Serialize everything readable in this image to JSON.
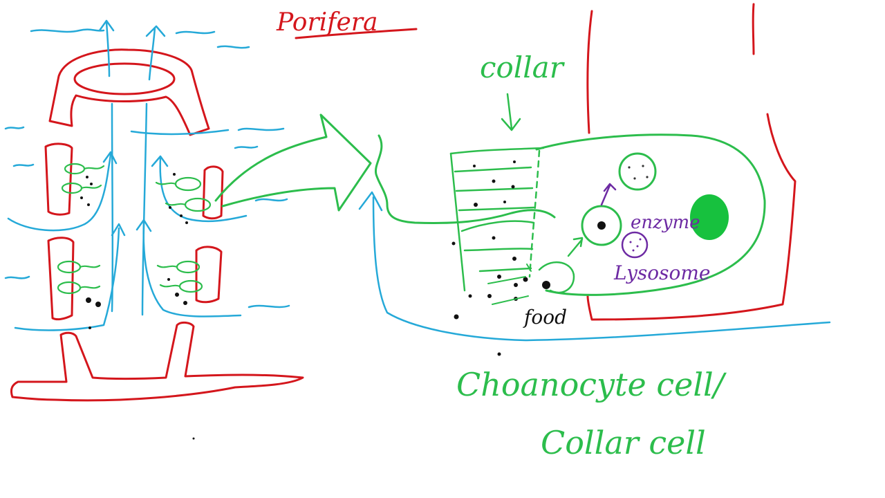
{
  "labels": {
    "title": "Porifera",
    "collar": "collar",
    "enzyme": "enzyme",
    "lysosome": "Lysosome",
    "food": "food",
    "caption_line1": "Choanocyte cell/",
    "caption_line2": "Collar cell"
  },
  "colors": {
    "body_wall": "#d4161c",
    "water_flow": "#25a9d8",
    "cell": "#2cbd4c",
    "nucleus": "#17c13e",
    "lysosome": "#6d2aa3",
    "food": "#111111"
  }
}
